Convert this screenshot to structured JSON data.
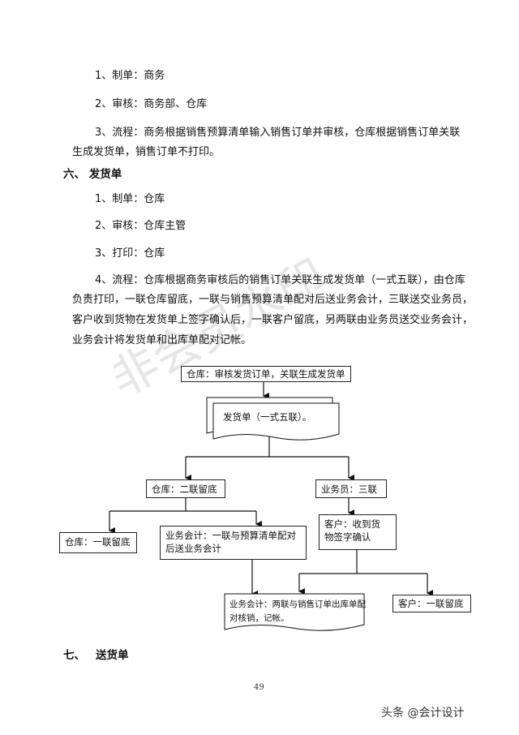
{
  "section5_items": [
    "1、制单：商务",
    "2、审核：商务部、仓库",
    "3、流程：商务根据销售预算清单输入销售订单并审核，仓库根据销售订单关联",
    "生成发货单，销售订单不打印。"
  ],
  "section6": {
    "heading": "六、 发货单",
    "items": [
      "1、制单：仓库",
      "2、审核：仓库主管",
      "3、打印：仓库",
      "4、流程：仓库根据商务审核后的销售订单关联生成发货单（一式五联），由仓库",
      "负责打印，一联仓库留底，一联与销售预算清单配对后送业务会计，三联送交业务员，",
      "客户收到货物在发货单上签字确认后，一联客户留底，另两联由业务员送交业务会计，",
      "业务会计将发货单和出库单配对记帐。"
    ]
  },
  "flowchart": {
    "top": "仓库：审核发货订单，关联生成发货单",
    "invoice": "发货单（一式五联）。",
    "warehouse_branch": "仓库：二联留底",
    "salesman_branch": "业务员：三联",
    "warehouse_keep": "仓库：一联留底",
    "accountant_pair": [
      "业务会计：一联与预算清单配对",
      "后送业务会计"
    ],
    "customer_receive": [
      "客户：收到货",
      "物签字确认"
    ],
    "accountant_final": [
      "业务会计：两联与销售订单出库单配",
      "对核销，记帐。"
    ],
    "customer_keep": "客户：一联留底"
  },
  "section7": {
    "num": "七、",
    "title": "送货单"
  },
  "page_number": "49",
  "watermark": "非会员水印",
  "footer": "头条 @会计设计"
}
